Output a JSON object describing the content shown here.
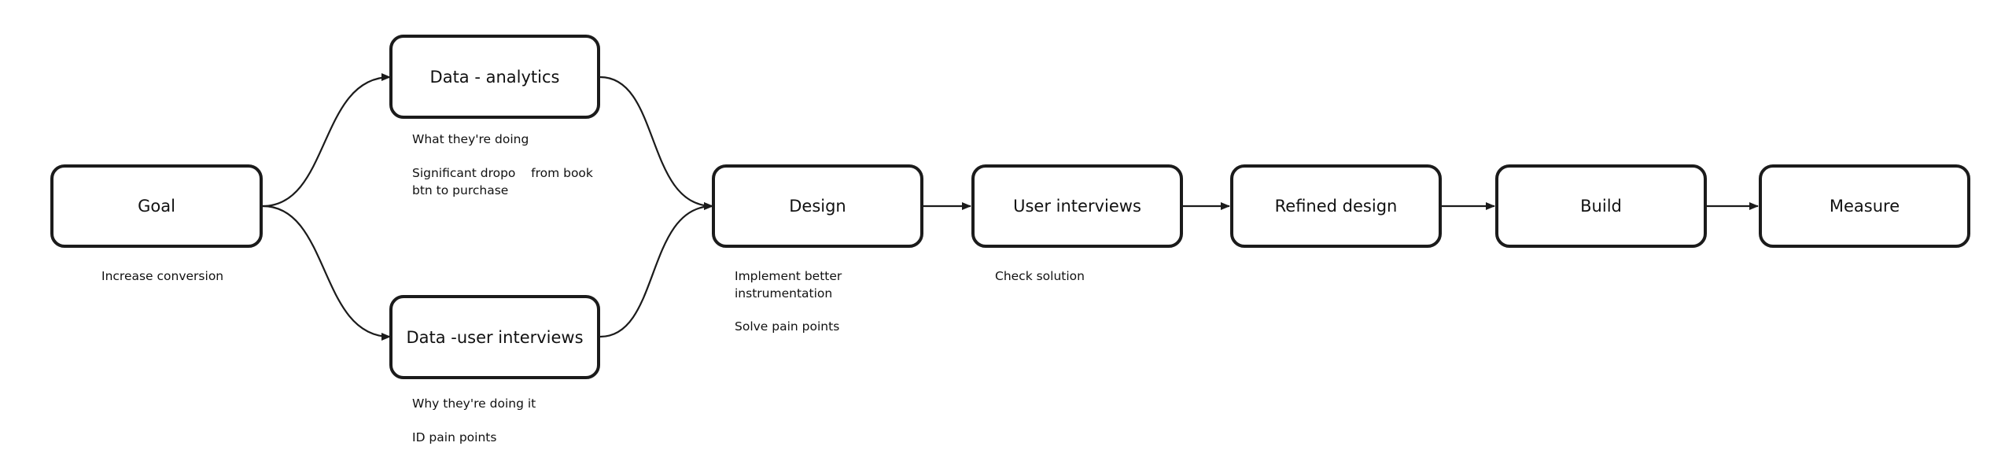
{
  "nodes": {
    "goal": "Goal",
    "data_analytics": "Data - analytics",
    "data_user_interviews": "Data -user interviews",
    "design": "Design",
    "user_interviews": "User interviews",
    "refined_design": "Refined design",
    "build": "Build",
    "measure": "Measure"
  },
  "notes": {
    "goal": [
      "Increase conversion"
    ],
    "analytics_what": "What they're doing",
    "analytics_dropoff_1": "Significant dropo    from book",
    "analytics_dropoff_2": "btn to purchase",
    "interviews_why": "Why they're doing it",
    "interviews_pain": "ID pain points",
    "design_instrument_1": "Implement better",
    "design_instrument_2": "instrumentation",
    "design_pain": "Solve pain points",
    "user_interviews_check": "Check solution"
  },
  "colors": {
    "stroke": "#1b1b1b",
    "background": "#ffffff",
    "text": "#111111"
  }
}
